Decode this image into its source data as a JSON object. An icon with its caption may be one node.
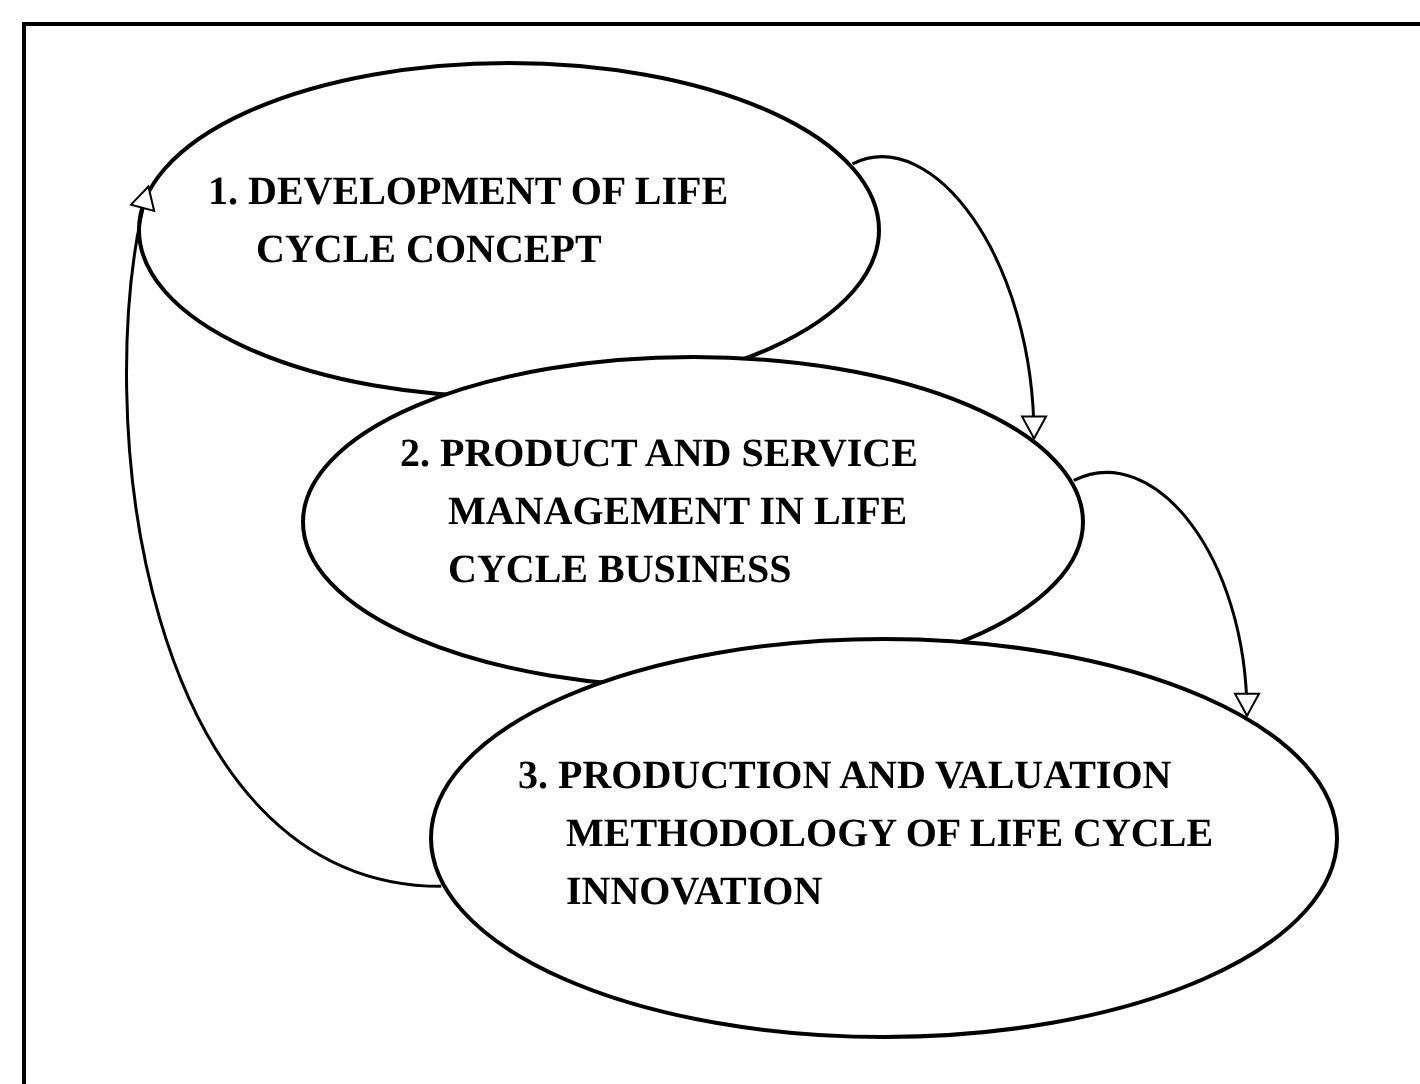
{
  "diagram": {
    "nodes": [
      {
        "text": [
          "1. DEVELOPMENT OF LIFE CYCLE CONCEPT"
        ]
      },
      {
        "text": [
          "2. PRODUCT AND SERVICE MANAGEMENT IN LIFE CYCLE BUSINESS"
        ]
      },
      {
        "text": [
          "3. PRODUCTION AND VALUATION METHODOLOGY OF LIFE CYCLE INNOVATION"
        ]
      }
    ],
    "edges": [
      {
        "from": 0,
        "to": 1,
        "arrow": "to"
      },
      {
        "from": 1,
        "to": 2,
        "arrow": "to"
      },
      {
        "from": 2,
        "to": 0,
        "arrow": "to"
      }
    ]
  }
}
